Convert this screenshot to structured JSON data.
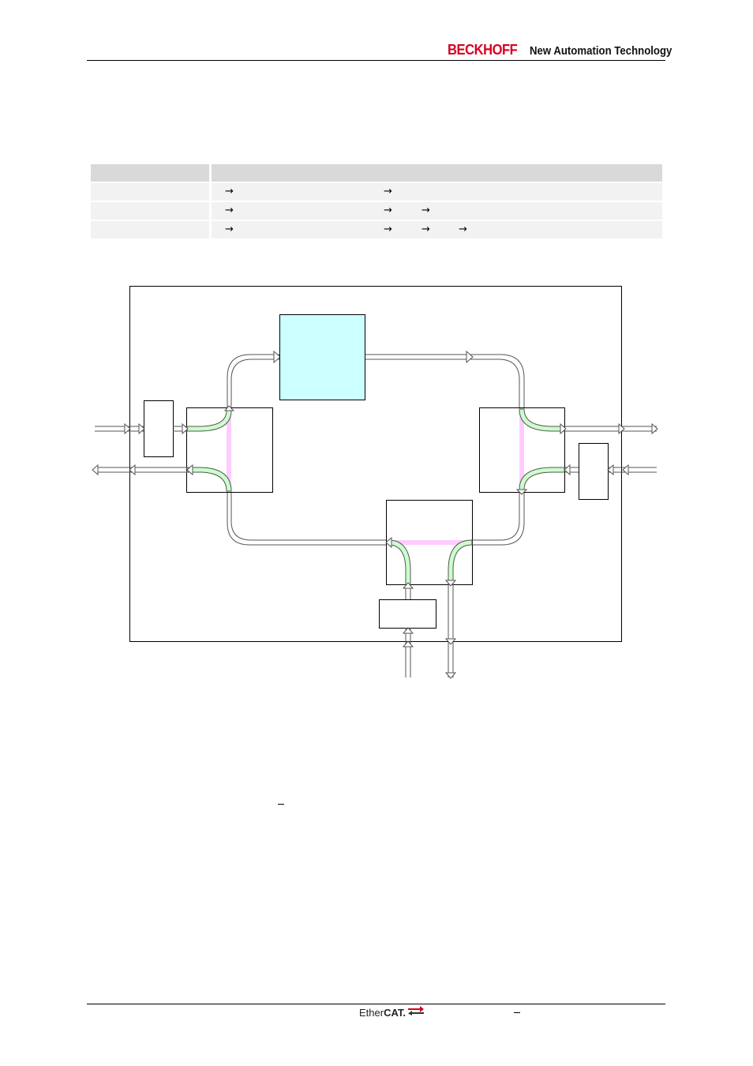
{
  "header": {
    "brand_name": "BECKHOFF",
    "tagline": "New Automation Technology"
  },
  "table": {
    "row_count": 3,
    "arrow_symbol": "→"
  },
  "footer": {
    "logo_text_ether": "Ether",
    "logo_text_cat": "CAT."
  },
  "colors": {
    "brand_red": "#d7001e",
    "processing_unit_fill": "#ccffff",
    "forward_path": "#ccffcc",
    "loopback_path": "#ffccff",
    "table_header": "#d9d9d9",
    "table_row": "#f2f2f2"
  }
}
